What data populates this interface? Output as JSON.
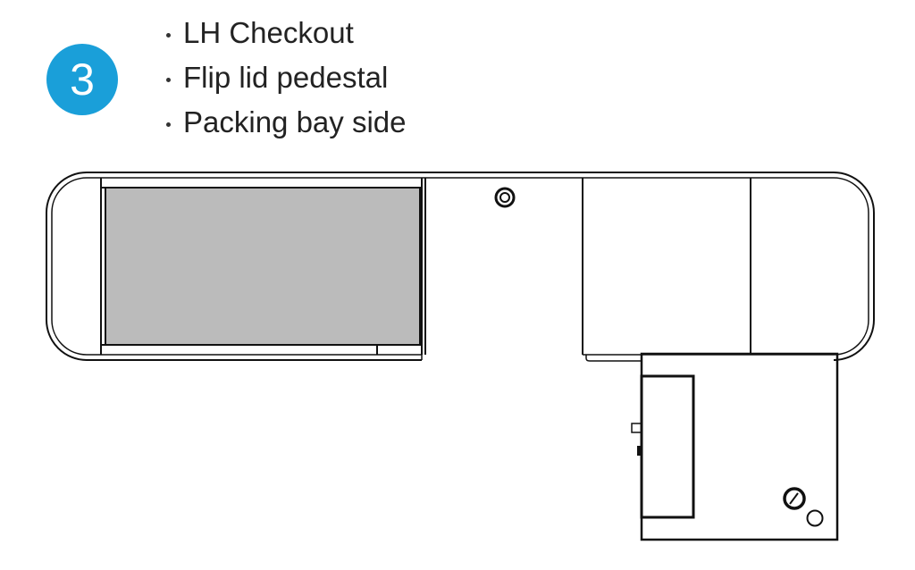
{
  "step_number": "3",
  "colors": {
    "accent": "#1a9fd9",
    "tray_fill": "#bbbbbb",
    "line": "#111111"
  },
  "bullets": [
    "LH Checkout",
    "Flip lid pedestal",
    "Packing bay side"
  ],
  "icons": {
    "bullet": "bullet-dot-icon",
    "knob": "knob-icon"
  }
}
